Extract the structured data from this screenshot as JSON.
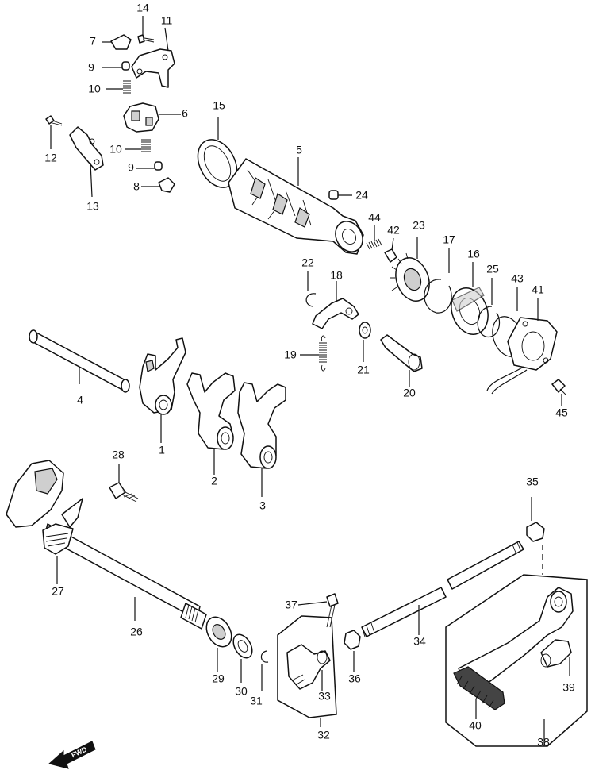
{
  "callouts": [
    {
      "id": "p1",
      "label": "1"
    },
    {
      "id": "p2",
      "label": "2"
    },
    {
      "id": "p3",
      "label": "3"
    },
    {
      "id": "p4",
      "label": "4"
    },
    {
      "id": "p5",
      "label": "5"
    },
    {
      "id": "p6",
      "label": "6"
    },
    {
      "id": "p7",
      "label": "7"
    },
    {
      "id": "p8",
      "label": "8"
    },
    {
      "id": "p9a",
      "label": "9"
    },
    {
      "id": "p9b",
      "label": "9"
    },
    {
      "id": "p10a",
      "label": "10"
    },
    {
      "id": "p10b",
      "label": "10"
    },
    {
      "id": "p11",
      "label": "11"
    },
    {
      "id": "p12",
      "label": "12"
    },
    {
      "id": "p13",
      "label": "13"
    },
    {
      "id": "p14",
      "label": "14"
    },
    {
      "id": "p15",
      "label": "15"
    },
    {
      "id": "p16",
      "label": "16"
    },
    {
      "id": "p17",
      "label": "17"
    },
    {
      "id": "p18",
      "label": "18"
    },
    {
      "id": "p19",
      "label": "19"
    },
    {
      "id": "p20",
      "label": "20"
    },
    {
      "id": "p21",
      "label": "21"
    },
    {
      "id": "p22",
      "label": "22"
    },
    {
      "id": "p23",
      "label": "23"
    },
    {
      "id": "p24",
      "label": "24"
    },
    {
      "id": "p25",
      "label": "25"
    },
    {
      "id": "p26",
      "label": "26"
    },
    {
      "id": "p27",
      "label": "27"
    },
    {
      "id": "p28",
      "label": "28"
    },
    {
      "id": "p29",
      "label": "29"
    },
    {
      "id": "p30",
      "label": "30"
    },
    {
      "id": "p31",
      "label": "31"
    },
    {
      "id": "p32",
      "label": "32"
    },
    {
      "id": "p33",
      "label": "33"
    },
    {
      "id": "p34",
      "label": "34"
    },
    {
      "id": "p35",
      "label": "35"
    },
    {
      "id": "p36",
      "label": "36"
    },
    {
      "id": "p37",
      "label": "37"
    },
    {
      "id": "p38",
      "label": "38"
    },
    {
      "id": "p39",
      "label": "39"
    },
    {
      "id": "p40",
      "label": "40"
    },
    {
      "id": "p41",
      "label": "41"
    },
    {
      "id": "p42",
      "label": "42"
    },
    {
      "id": "p43",
      "label": "43"
    },
    {
      "id": "p44",
      "label": "44"
    },
    {
      "id": "p45",
      "label": "45"
    }
  ],
  "direction_marker": {
    "label": "FWD",
    "icon": "forward-arrow-icon"
  }
}
